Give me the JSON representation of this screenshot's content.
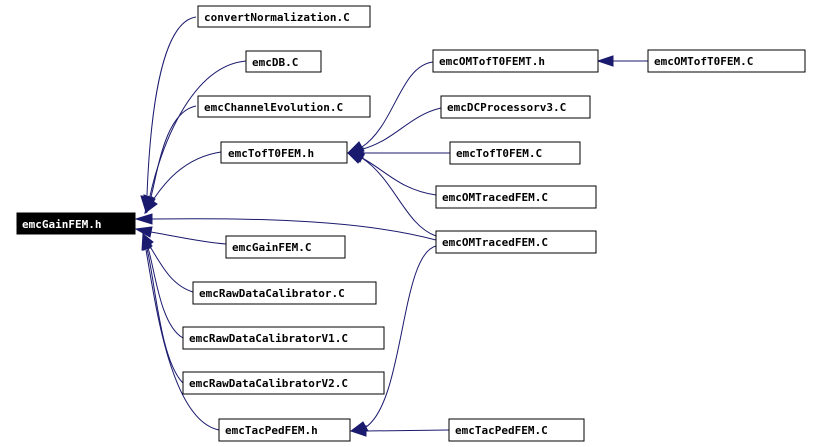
{
  "colors": {
    "edge": "#1a1a6e",
    "node_border": "#000000",
    "root_fill": "#000000",
    "root_text": "#ffffff"
  },
  "nodes": {
    "emcGainFEM_h": "emcGainFEM.h",
    "convertNormalization_C": "convertNormalization.C",
    "emcDB_C": "emcDB.C",
    "emcChannelEvolution_C": "emcChannelEvolution.C",
    "emcTofT0FEM_h": "emcTofT0FEM.h",
    "emcGainFEM_C": "emcGainFEM.C",
    "emcRawDataCalibrator_C": "emcRawDataCalibrator.C",
    "emcRawDataCalibratorV1_C": "emcRawDataCalibratorV1.C",
    "emcRawDataCalibratorV2_C": "emcRawDataCalibratorV2.C",
    "emcTacPedFEM_h": "emcTacPedFEM.h",
    "emcOMTofT0FEMT_h": "emcOMTofT0FEMT.h",
    "emcDCProcessorv3_C": "emcDCProcessorv3.C",
    "emcTofT0FEM_C": "emcTofT0FEM.C",
    "emcOMTracedFEM_C_1": "emcOMTracedFEM.C",
    "emcOMTracedFEM_C_2": "emcOMTracedFEM.C",
    "emcOMTofT0FEM_C": "emcOMTofT0FEM.C",
    "emcTacPedFEM_C": "emcTacPedFEM.C"
  },
  "edges": [
    [
      "convertNormalization_C",
      "emcGainFEM_h"
    ],
    [
      "emcDB_C",
      "emcGainFEM_h"
    ],
    [
      "emcChannelEvolution_C",
      "emcGainFEM_h"
    ],
    [
      "emcTofT0FEM_h",
      "emcGainFEM_h"
    ],
    [
      "emcGainFEM_C",
      "emcGainFEM_h"
    ],
    [
      "emcRawDataCalibrator_C",
      "emcGainFEM_h"
    ],
    [
      "emcRawDataCalibratorV1_C",
      "emcGainFEM_h"
    ],
    [
      "emcRawDataCalibratorV2_C",
      "emcGainFEM_h"
    ],
    [
      "emcTacPedFEM_h",
      "emcGainFEM_h"
    ],
    [
      "emcOMTracedFEM_C_2",
      "emcGainFEM_h"
    ],
    [
      "emcOMTofT0FEMT_h",
      "emcTofT0FEM_h"
    ],
    [
      "emcDCProcessorv3_C",
      "emcTofT0FEM_h"
    ],
    [
      "emcTofT0FEM_C",
      "emcTofT0FEM_h"
    ],
    [
      "emcOMTracedFEM_C_1",
      "emcTofT0FEM_h"
    ],
    [
      "emcOMTracedFEM_C_2",
      "emcTofT0FEM_h"
    ],
    [
      "emcOMTofT0FEM_C",
      "emcOMTofT0FEMT_h"
    ],
    [
      "emcTacPedFEM_C",
      "emcTacPedFEM_h"
    ],
    [
      "emcOMTracedFEM_C_2",
      "emcTacPedFEM_h"
    ]
  ]
}
